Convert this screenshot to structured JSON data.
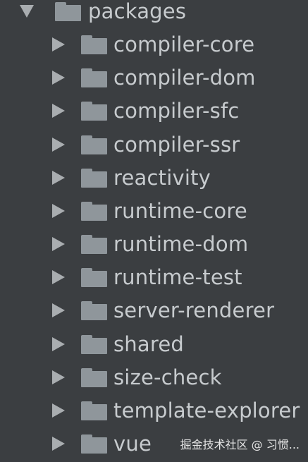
{
  "tree": {
    "root": {
      "label": "packages",
      "icon": "folder-icon",
      "expanded": true
    },
    "children": [
      {
        "label": "compiler-core"
      },
      {
        "label": "compiler-dom"
      },
      {
        "label": "compiler-sfc"
      },
      {
        "label": "compiler-ssr"
      },
      {
        "label": "reactivity"
      },
      {
        "label": "runtime-core"
      },
      {
        "label": "runtime-dom"
      },
      {
        "label": "runtime-test"
      },
      {
        "label": "server-renderer"
      },
      {
        "label": "shared"
      },
      {
        "label": "size-check"
      },
      {
        "label": "template-explorer"
      },
      {
        "label": "vue"
      }
    ]
  },
  "watermark": {
    "text": "掘金技术社区 @ 习惯..."
  },
  "colors": {
    "background": "#3b3e41",
    "text": "#c7cbce",
    "folder": "#8f969b",
    "arrow": "#a9adb0"
  }
}
